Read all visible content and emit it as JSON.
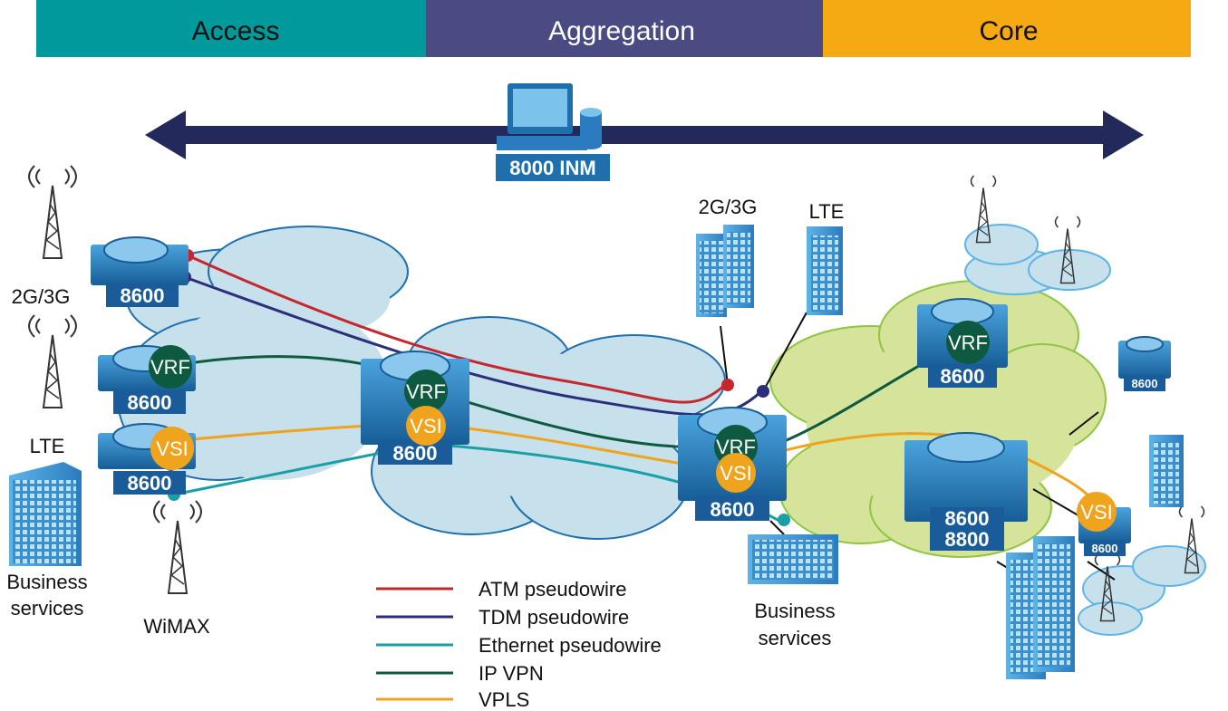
{
  "header": {
    "access": "Access",
    "aggregation": "Aggregation",
    "core": "Core"
  },
  "management": {
    "label": "8000 INM"
  },
  "devices": {
    "router_model": "8600",
    "core_model_top": "8600",
    "core_model_bottom": "8800"
  },
  "badges": {
    "vrf": "VRF",
    "vsi": "VSI"
  },
  "site_labels": {
    "left_2g3g": "2G/3G",
    "left_lte": "LTE",
    "left_business_line1": "Business",
    "left_business_line2": "services",
    "wimax": "WiMAX",
    "mid_2g3g": "2G/3G",
    "mid_lte": "LTE",
    "mid_business_line1": "Business",
    "mid_business_line2": "services"
  },
  "legend": [
    {
      "label": "ATM pseudowire",
      "color": "#c6262e"
    },
    {
      "label": "TDM pseudowire",
      "color": "#2b2f7a"
    },
    {
      "label": "Ethernet pseudowire",
      "color": "#1a9fa6"
    },
    {
      "label": "IP VPN",
      "color": "#0e5a40"
    },
    {
      "label": "VPLS",
      "color": "#f0a31c"
    }
  ],
  "colors": {
    "access": "#00999c",
    "aggregation": "#4a4b82",
    "core": "#f5a912",
    "arrow": "#232a5b",
    "device": "#1f6fad",
    "cloud_blue": "#c6e0ec",
    "cloud_green": "#d6e39a"
  }
}
